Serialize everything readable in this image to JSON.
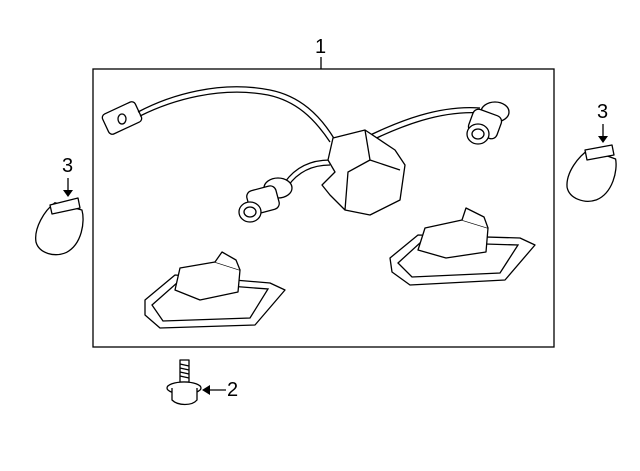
{
  "callouts": {
    "harness_assembly": "1",
    "screw": "2",
    "bulb_left": "3",
    "bulb_right": "3"
  }
}
